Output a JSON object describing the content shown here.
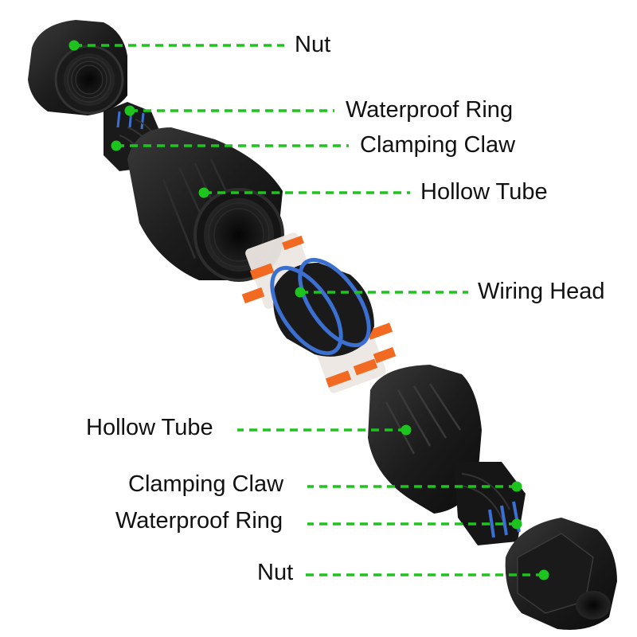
{
  "diagram": {
    "subject": "Waterproof connector exploded view",
    "callout_color": "#1ec41e",
    "parts": [
      {
        "id": "nut-top",
        "label": "Nut"
      },
      {
        "id": "waterproof-ring-top",
        "label": "Waterproof Ring"
      },
      {
        "id": "clamping-claw-top",
        "label": "Clamping Claw"
      },
      {
        "id": "hollow-tube-top",
        "label": "Hollow Tube"
      },
      {
        "id": "wiring-head",
        "label": "Wiring Head"
      },
      {
        "id": "hollow-tube-bottom",
        "label": "Hollow Tube"
      },
      {
        "id": "clamping-claw-bottom",
        "label": "Clamping Claw"
      },
      {
        "id": "waterproof-ring-bottom",
        "label": "Waterproof Ring"
      },
      {
        "id": "nut-bottom",
        "label": "Nut"
      }
    ],
    "colors": {
      "plastic_body": "#1c1c1c",
      "seal_ring": "#3b6fd0",
      "lever": "#f26a22",
      "clear_housing": "#e9e4e0"
    }
  }
}
